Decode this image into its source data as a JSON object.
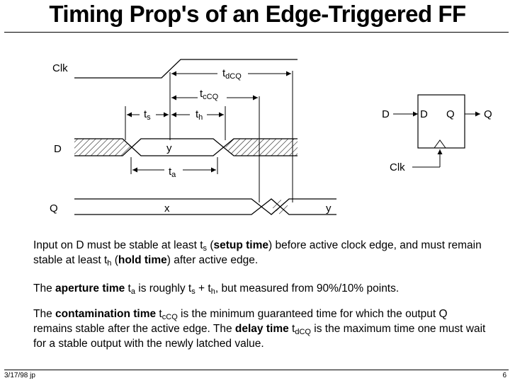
{
  "slide": {
    "title": "Timing Prop's of an Edge-Triggered FF",
    "footer_left": "3/17/98 jp",
    "footer_right": "6"
  },
  "diagram": {
    "signal_clk": "Clk",
    "signal_d": "D",
    "signal_q": "Q",
    "t_main": "t",
    "sub_dcq": "dCQ",
    "sub_ccq": "cCQ",
    "sub_s": "s",
    "sub_h": "h",
    "sub_a": "a",
    "d_value": "y",
    "q_old_value": "x",
    "q_new_value": "y",
    "ff_input_label": "D",
    "ff_output_label": "Q",
    "ff_port_d": "D",
    "ff_port_q": "Q",
    "ff_clock_label": "Clk"
  },
  "text": {
    "p1_a": "Input on D must be stable at least t",
    "p1_sub_s": "s",
    "p1_b": " (",
    "p1_setup": "setup time",
    "p1_c": ") before active clock edge, and must remain stable at least t",
    "p1_sub_h": "h",
    "p1_d": " (",
    "p1_hold": "hold time",
    "p1_e": ") after active edge.",
    "p2_a": "The ",
    "p2_aperture": "aperture time",
    "p2_b": " t",
    "p2_sub_a": "a",
    "p2_c": " is roughly t",
    "p2_sub_s": "s",
    "p2_d": " + t",
    "p2_sub_h": "h",
    "p2_e": ", but measured from 90%/10% points.",
    "p3_a": "The ",
    "p3_contamination": "contamination time",
    "p3_b": " t",
    "p3_sub_ccq": "cCQ",
    "p3_c": " is the minimum guaranteed time for which the output Q remains stable after the active edge.  The ",
    "p3_delay": "delay time",
    "p3_d": " t",
    "p3_sub_dcq": "dCQ",
    "p3_e": " is the maximum time one must wait for a stable output with the newly latched value."
  }
}
